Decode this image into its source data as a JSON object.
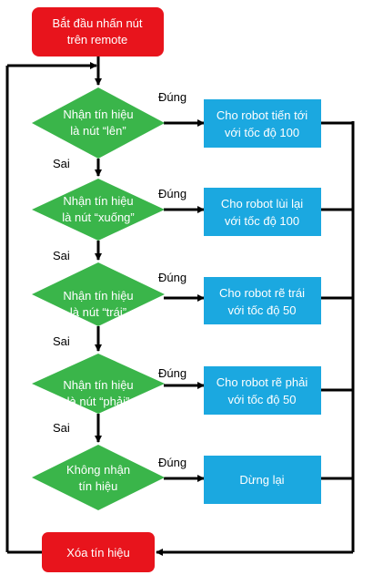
{
  "start": {
    "line1": "Bắt đầu nhấn nút",
    "line2": "trên remote"
  },
  "decisions": [
    {
      "line1": "Nhận tín hiệu",
      "line2": "là nút “lên”"
    },
    {
      "line1": "Nhận tín hiệu",
      "line2": "là nút “xuống”"
    },
    {
      "line1": "Nhận tín hiệu",
      "line2": "là nút “trái”"
    },
    {
      "line1": "Nhận tín hiệu",
      "line2": "là nút “phải”"
    },
    {
      "line1": "Không nhận",
      "line2": "tín hiệu"
    }
  ],
  "actions": [
    {
      "line1": "Cho robot tiến tới",
      "line2": "với tốc độ 100"
    },
    {
      "line1": "Cho robot lùi lại",
      "line2": "với tốc độ 100"
    },
    {
      "line1": "Cho robot rẽ trái",
      "line2": "với tốc độ 50"
    },
    {
      "line1": "Cho robot rẽ phải",
      "line2": "với tốc độ 50"
    },
    {
      "line1": "Dừng lại",
      "line2": ""
    }
  ],
  "yes_label": "Đúng",
  "no_label": "Sai",
  "end": {
    "label": "Xóa tín hiệu"
  },
  "colors": {
    "terminal": "#e8141c",
    "decision": "#3ab54a",
    "action": "#1ba8e0",
    "line": "#000000"
  }
}
